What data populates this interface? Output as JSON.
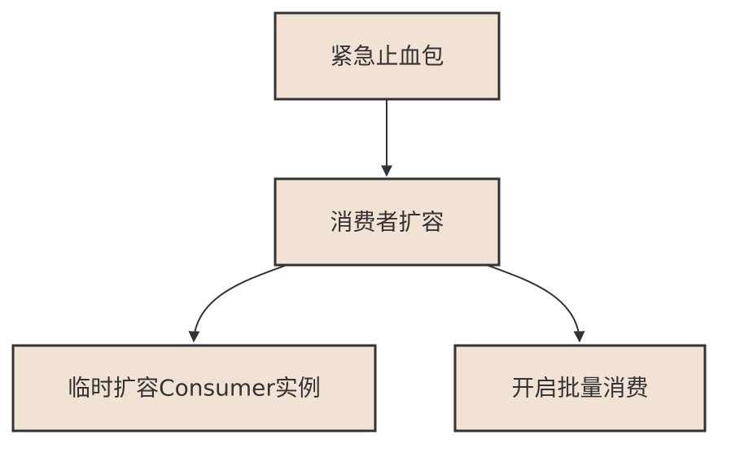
{
  "nodes": {
    "emergency": {
      "label": "紧急止血包"
    },
    "scale_consumers": {
      "label": "消费者扩容"
    },
    "temp_instances": {
      "label": "临时扩容Consumer实例"
    },
    "batch_consume": {
      "label": "开启批量消费"
    }
  },
  "edges": [
    {
      "from": "emergency",
      "to": "scale_consumers"
    },
    {
      "from": "scale_consumers",
      "to": "temp_instances"
    },
    {
      "from": "scale_consumers",
      "to": "batch_consume"
    }
  ],
  "colors": {
    "node_fill": "#f2e2d4",
    "node_stroke": "#333333",
    "edge": "#333333"
  }
}
